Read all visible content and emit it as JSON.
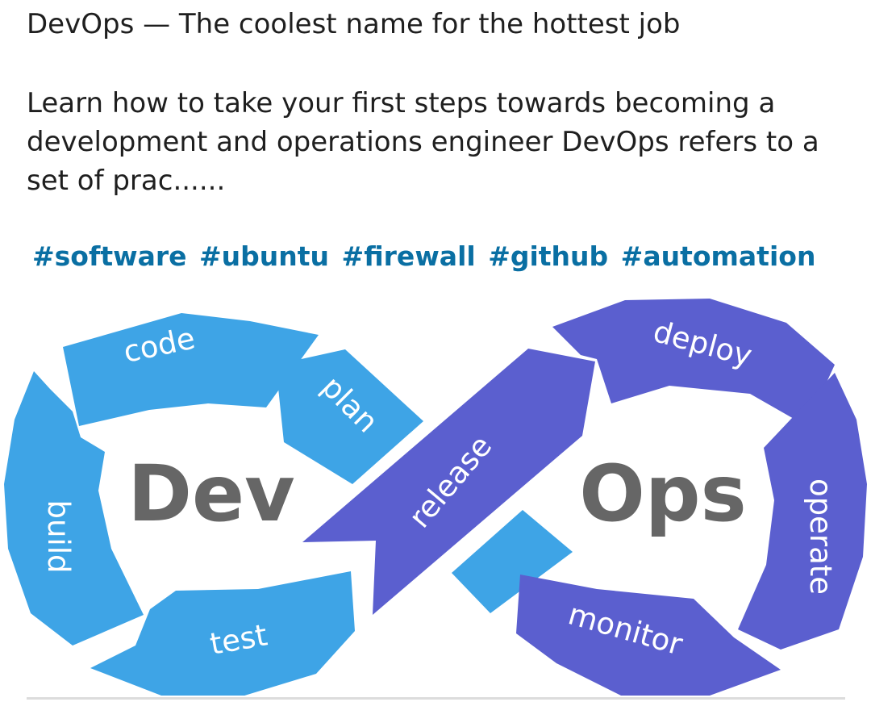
{
  "post": {
    "title": "DevOps — The coolest name for the hottest job",
    "excerpt": "Learn how to take your first steps towards becoming a development and operations engineer DevOps refers to a set of prac......"
  },
  "hashtags": [
    "#software",
    "#ubuntu",
    "#firewall",
    "#github",
    "#automation"
  ],
  "diagram": {
    "center_left": "Dev",
    "center_right": "Ops",
    "segments": {
      "code": "code",
      "plan": "plan",
      "build": "build",
      "test": "test",
      "release": "release",
      "deploy": "deploy",
      "operate": "operate",
      "monitor": "monitor"
    },
    "colors": {
      "dev_blue": "#3ea4e6",
      "ops_purple": "#5b5fcf",
      "center_text": "#666666"
    }
  }
}
